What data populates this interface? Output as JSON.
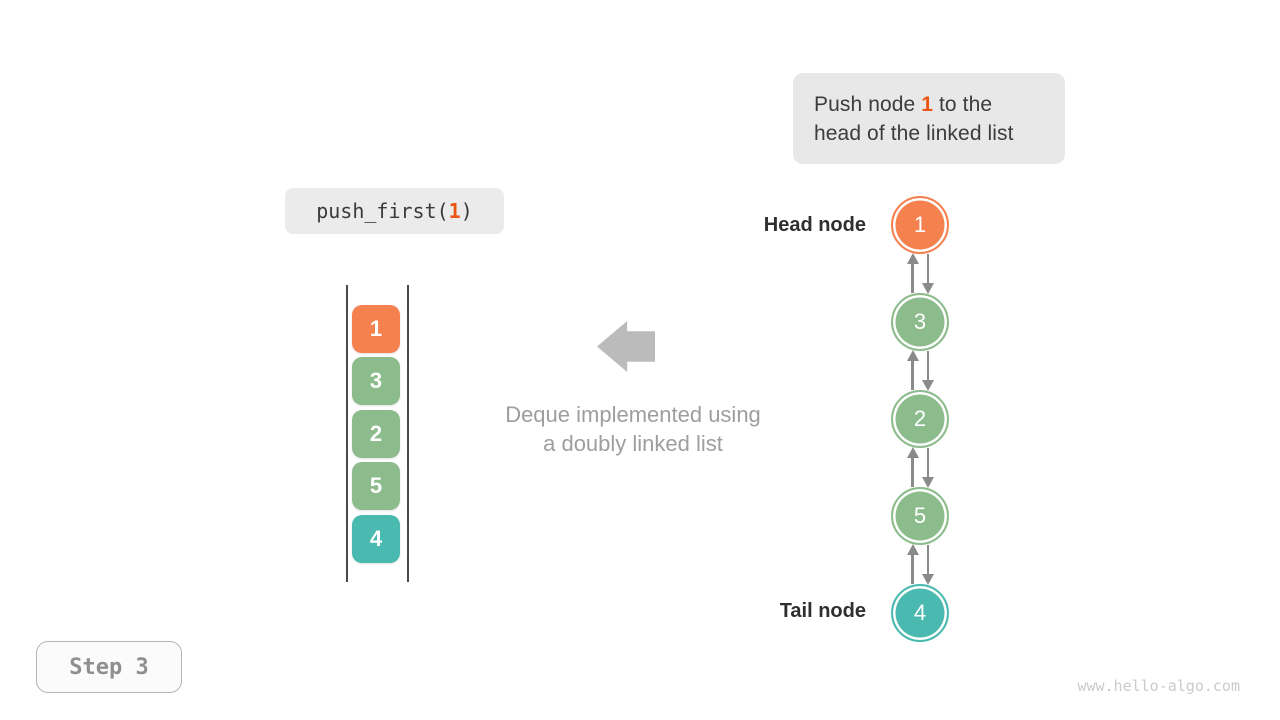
{
  "page": {
    "watermark": "www.hello-algo.com"
  },
  "callout": {
    "text_before": "Push node ",
    "highlight": "1",
    "text_after": " to the head of the linked list",
    "bg": "#E8E8E8"
  },
  "code_box": {
    "text_before": "push_first(",
    "highlight": "1",
    "text_after": ")",
    "bg": "#EBEBEB"
  },
  "caption": {
    "line1": "Deque implemented using",
    "line2": "a doubly linked list"
  },
  "array_view": {
    "items": [
      {
        "value": "1",
        "color": "#F5814F"
      },
      {
        "value": "3",
        "color": "#8CBC8C"
      },
      {
        "value": "2",
        "color": "#8CBC8C"
      },
      {
        "value": "5",
        "color": "#8CBC8C"
      },
      {
        "value": "4",
        "color": "#4ABAB1"
      }
    ]
  },
  "linked_list": {
    "head_label": "Head node",
    "tail_label": "Tail node",
    "nodes": [
      {
        "value": "1",
        "color": "#F5814F"
      },
      {
        "value": "3",
        "color": "#8CBC8C"
      },
      {
        "value": "2",
        "color": "#8CBC8C"
      },
      {
        "value": "5",
        "color": "#8CBC8C"
      },
      {
        "value": "4",
        "color": "#4ABAB1"
      }
    ]
  },
  "step_badge": {
    "label": "Step 3"
  },
  "colors": {
    "highlight": "#EB5413",
    "arrow_gray": "#8A8A8A",
    "block_arrow_gray": "#BBBBBB",
    "text_dark": "#3C3C3C",
    "caption_gray": "#9E9E9E",
    "node_orange": "#F5814F",
    "node_green": "#8CBC8C",
    "node_teal": "#4ABAB1"
  }
}
